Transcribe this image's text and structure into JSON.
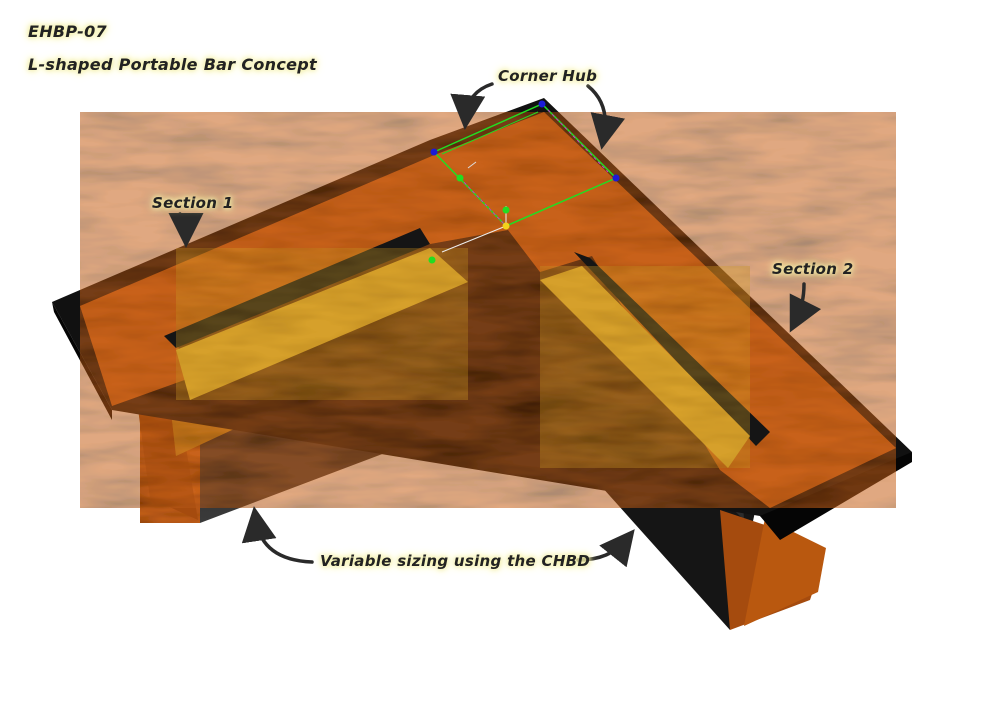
{
  "title": {
    "code": "EHBP-07",
    "name": "L-shaped Portable Bar Concept"
  },
  "callouts": {
    "corner_hub": "Corner Hub",
    "section_1": "Section 1",
    "section_2": "Section 2",
    "variable_sizing": "Variable sizing using the CHBD"
  },
  "colors": {
    "wood_dark": "#6b2e08",
    "wood_mid": "#b9580f",
    "wood_light": "#e08a22",
    "maple": "#c98a1c",
    "frame_black": "#121212",
    "panel_gray": "#2a2a2a",
    "label_glow": "#f4f0a8",
    "gizmo_green": "#22dd22",
    "gizmo_blue": "#1b1bd6"
  }
}
